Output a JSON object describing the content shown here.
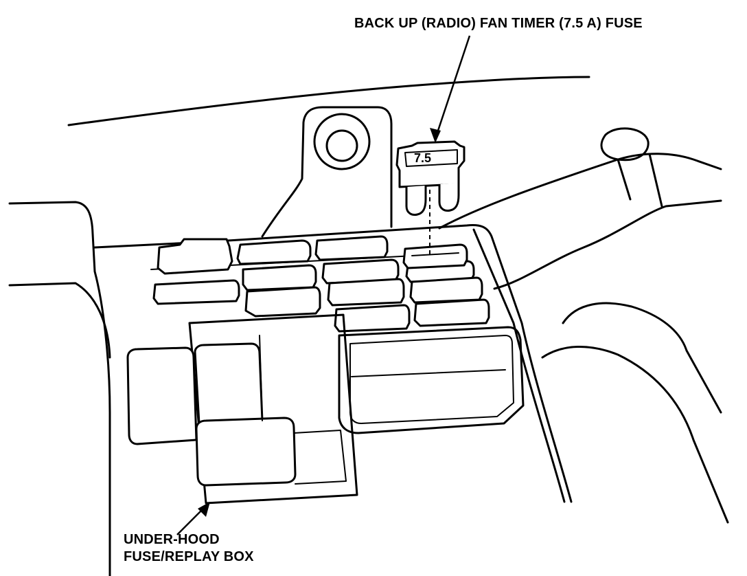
{
  "labels": {
    "fuse_callout": "BACK UP (RADIO) FAN TIMER (7.5 A) FUSE",
    "box_callout_line1": "UNDER-HOOD",
    "box_callout_line2": "FUSE/REPLAY BOX",
    "fuse_rating": "7.5"
  },
  "colors": {
    "ink": "#000000",
    "paper": "#ffffff"
  }
}
